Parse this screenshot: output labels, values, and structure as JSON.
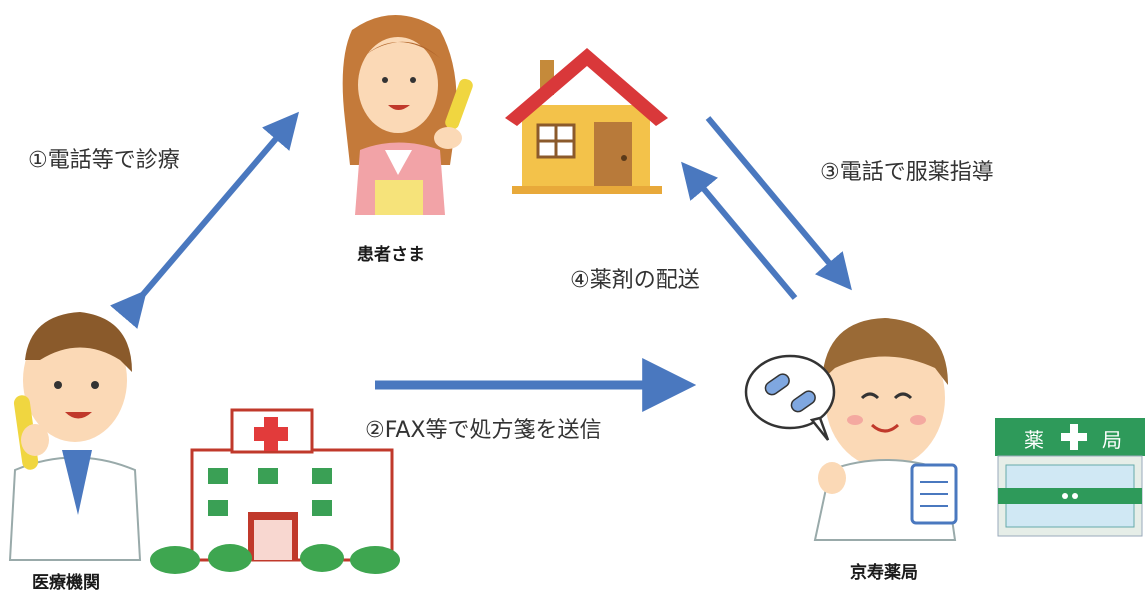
{
  "labels": {
    "step1": "①電話等で診療",
    "step2": "②FAX等で処方箋を送信",
    "step3": "③電話で服薬指導",
    "step4": "④薬剤の配送",
    "patient": "患者さま",
    "clinic": "医療機関",
    "pharmacy": "京寿薬局",
    "pharmacy_sign_left": "薬",
    "pharmacy_sign_right": "局"
  },
  "colors": {
    "arrow": "#4a78bf",
    "roof": "#d9383a",
    "house_wall": "#f3c24a",
    "cross": "#e23b3b",
    "pharmacy_green": "#2e9a5a",
    "bush": "#3ea650"
  }
}
